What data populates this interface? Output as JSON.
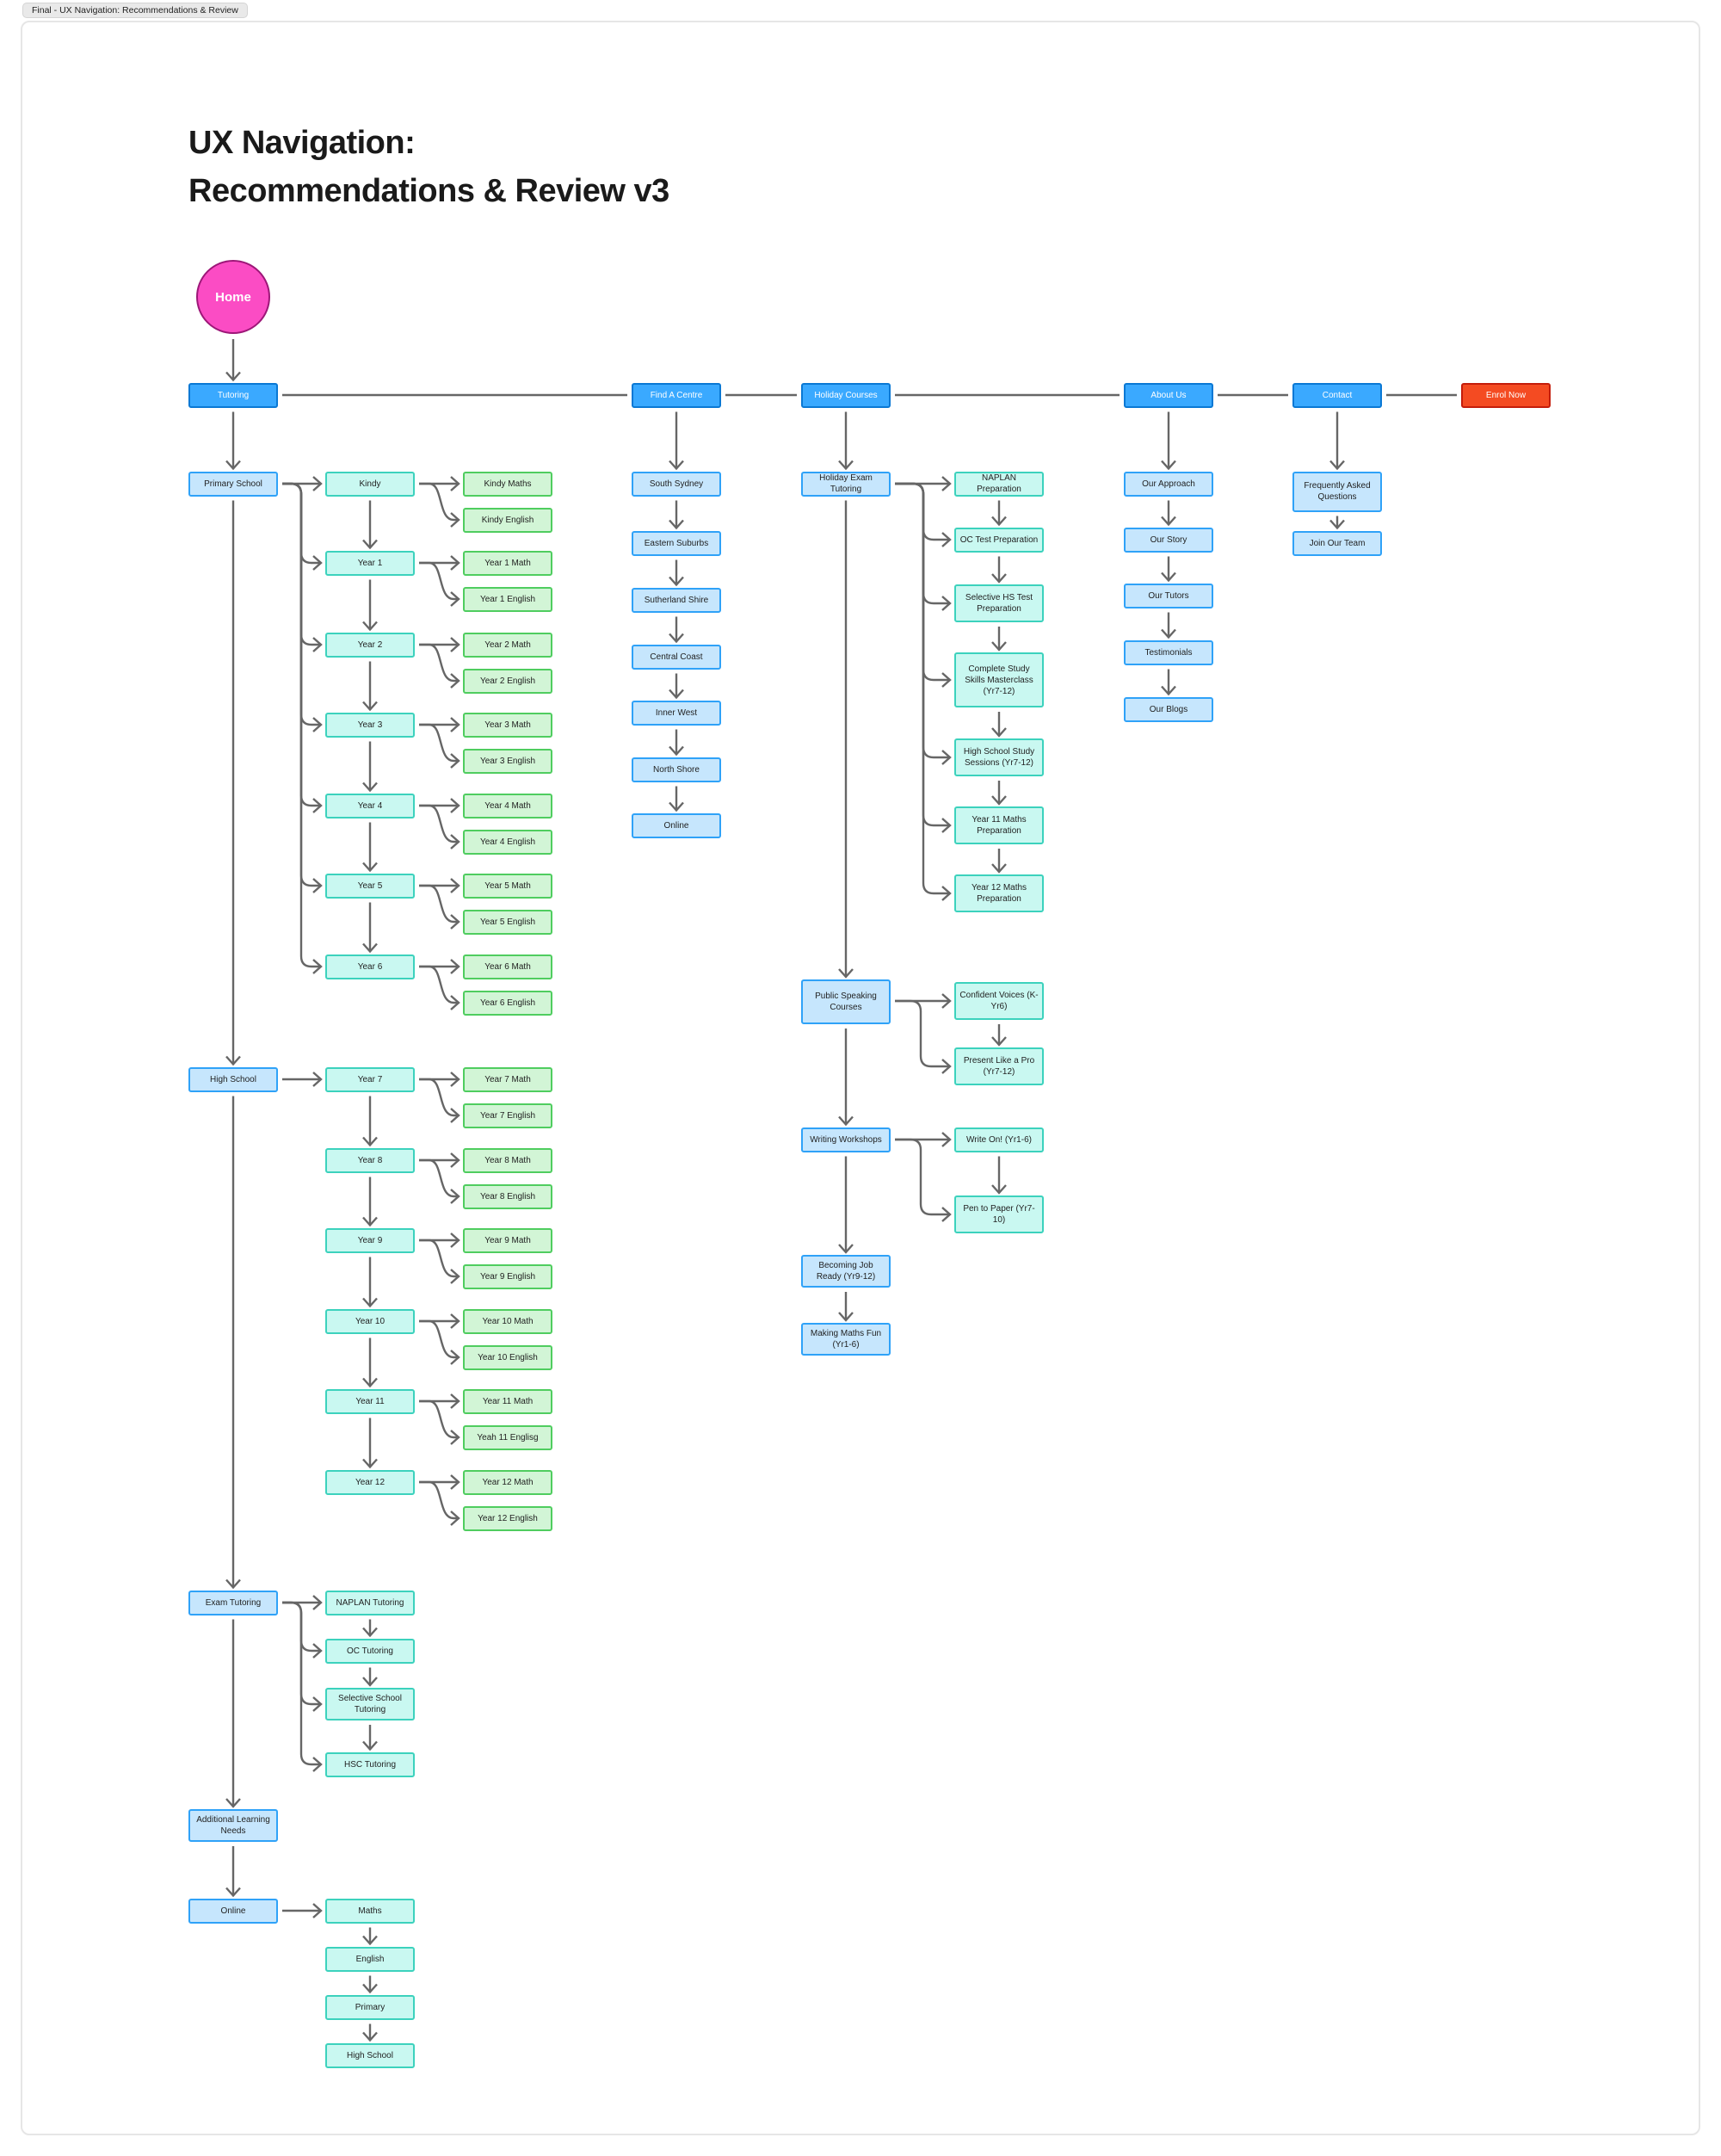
{
  "tab_label": "Final - UX Navigation: Recommendations & Review",
  "title": {
    "line1": "UX Navigation:",
    "line2": "Recommendations & Review v3"
  },
  "colors": {
    "primary": "#3aa9ff",
    "enrol": "#f44b22",
    "section": "#c6e6fd",
    "page": "#c9f8f1",
    "subject": "#d2f5d6",
    "home": "#fb4cc4",
    "connector": "#666666"
  },
  "home": "Home",
  "top_nav": [
    "Tutoring",
    "Find A Centre",
    "Holiday Courses",
    "About Us",
    "Contact",
    "Enrol Now"
  ],
  "tutoring": {
    "primary_school": {
      "label": "Primary School",
      "years": [
        {
          "label": "Kindy",
          "math": "Kindy Maths",
          "english": "Kindy English"
        },
        {
          "label": "Year 1",
          "math": "Year 1 Math",
          "english": "Year 1 English"
        },
        {
          "label": "Year 2",
          "math": "Year 2 Math",
          "english": "Year 2 English"
        },
        {
          "label": "Year 3",
          "math": "Year 3 Math",
          "english": "Year 3 English"
        },
        {
          "label": "Year 4",
          "math": "Year 4 Math",
          "english": "Year 4 English"
        },
        {
          "label": "Year 5",
          "math": "Year 5 Math",
          "english": "Year 5 English"
        },
        {
          "label": "Year 6",
          "math": "Year 6 Math",
          "english": "Year 6 English"
        }
      ]
    },
    "high_school": {
      "label": "High School",
      "years": [
        {
          "label": "Year 7",
          "math": "Year 7 Math",
          "english": "Year 7 English"
        },
        {
          "label": "Year 8",
          "math": "Year 8 Math",
          "english": "Year 8 English"
        },
        {
          "label": "Year 9",
          "math": "Year 9 Math",
          "english": "Year 9 English"
        },
        {
          "label": "Year 10",
          "math": "Year 10 Math",
          "english": "Year 10 English"
        },
        {
          "label": "Year 11",
          "math": "Year 11 Math",
          "english": "Yeah 11 Englisg"
        },
        {
          "label": "Year 12",
          "math": "Year 12 Math",
          "english": "Year 12 English"
        }
      ]
    },
    "exam_tutoring": {
      "label": "Exam Tutoring",
      "items": [
        "NAPLAN Tutoring",
        "OC Tutoring",
        "Selective School Tutoring",
        "HSC Tutoring"
      ]
    },
    "additional": "Additional Learning Needs",
    "online": {
      "label": "Online",
      "items": [
        "Maths",
        "English",
        "Primary",
        "High School"
      ]
    }
  },
  "find_a_centre": [
    "South Sydney",
    "Eastern Suburbs",
    "Sutherland Shire",
    "Central Coast",
    "Inner West",
    "North Shore",
    "Online"
  ],
  "holiday_courses": {
    "holiday_exam": {
      "label": "Holiday Exam Tutoring",
      "items": [
        "NAPLAN Preparation",
        "OC Test Preparation",
        "Selective HS Test Preparation",
        "Complete Study Skills Masterclass (Yr7-12)",
        "High School Study Sessions (Yr7-12)",
        "Year 11 Maths Preparation",
        "Year 12 Maths Preparation"
      ]
    },
    "public_speaking": {
      "label": "Public Speaking Courses",
      "items": [
        "Confident Voices (K-Yr6)",
        "Present Like a Pro (Yr7-12)"
      ]
    },
    "writing": {
      "label": "Writing Workshops",
      "items": [
        "Write On! (Yr1-6)",
        "Pen to Paper (Yr7-10)"
      ]
    },
    "job_ready": "Becoming Job Ready (Yr9-12)",
    "maths_fun": "Making Maths Fun (Yr1-6)"
  },
  "about_us": [
    "Our Approach",
    "Our Story",
    "Our Tutors",
    "Testimonials",
    "Our Blogs"
  ],
  "contact": [
    "Frequently Asked Questions",
    "Join Our Team"
  ]
}
